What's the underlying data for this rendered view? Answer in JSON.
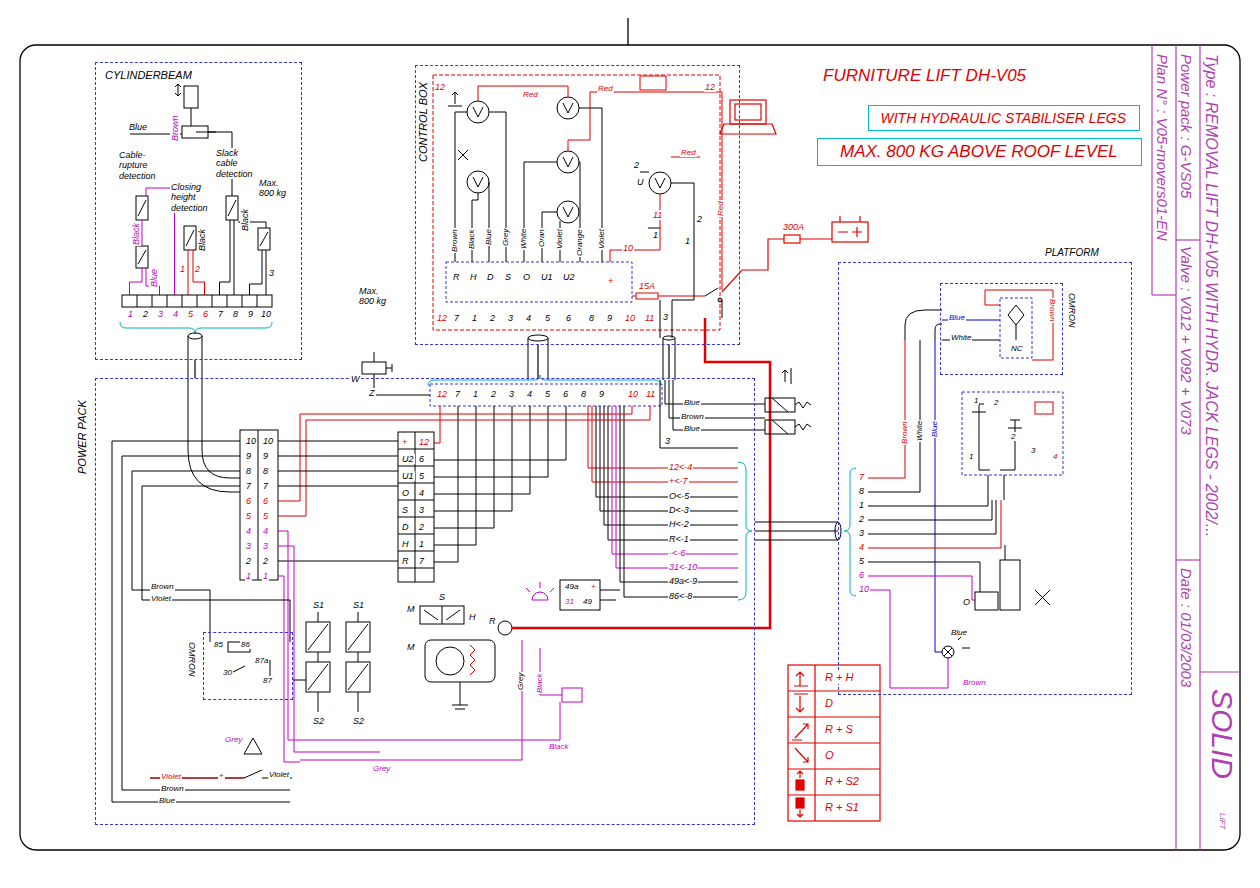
{
  "diagram": {
    "title": "FURNITURE LIFT DH-V05",
    "nodes": [
      {
        "text": [
          "CYLINDERBEAM"
        ]
      },
      {
        "text": [
          "CONTROL BOX"
        ]
      },
      {
        "text": [
          "WITH HYDRAULIC STABILISER LEGS"
        ]
      },
      {
        "text": [
          "MAX. 800 KG ABOVE ROOF LEVEL"
        ]
      },
      {
        "text": [
          "POWER PACK"
        ]
      },
      {
        "text": [
          "OMRON"
        ],
        "in": 4
      },
      {
        "text": [
          "PLATFORM"
        ]
      },
      {
        "text": [
          "OMRON"
        ],
        "in": 6
      },
      {
        "text": [
          "Type : REMOVAL LIFT DH-V05 WITH HYDR. JACK LEGS - 2002/...",
          "Power pack : G-VS05",
          "Valve : V012 + V092 + V073",
          "Plan N° : V05-movers01-EN",
          "Date : 01/03/2003"
        ]
      }
    ],
    "edges": [
      {
        "from": 0,
        "to": 4,
        "arrow": "none"
      },
      {
        "from": 1,
        "to": 4,
        "arrow": "none"
      },
      {
        "from": 1,
        "to": 4,
        "arrow": "none"
      },
      {
        "from": 4,
        "to": 6,
        "arrow": "none"
      }
    ],
    "labels": [
      "Blue",
      "Brown",
      "Cable-rupture detection",
      "Closing height detection",
      "Slack cable detection",
      "Max. 800 kg",
      "Black",
      "Blue",
      "Black",
      "Black",
      "1",
      "2",
      "3",
      "1",
      "2",
      "3",
      "4",
      "5",
      "6",
      "7",
      "8",
      "9",
      "10",
      "12",
      "12",
      "Red",
      "Red",
      "Red",
      "Red",
      "2",
      "U",
      "1",
      "11",
      "10",
      "2",
      "1",
      "3",
      "15A",
      "+",
      "Brown",
      "Black",
      "Blue",
      "Grey",
      "White",
      "Oran",
      "Violet",
      "Orange",
      "Violet",
      "R",
      "H",
      "D",
      "S",
      "O",
      "U1",
      "U2",
      "12",
      "7",
      "1",
      "2",
      "3",
      "4",
      "5",
      "6",
      "8",
      "9",
      "10",
      "11",
      "300A",
      "Max. 800 kg",
      "W",
      "Z",
      "12",
      "7",
      "1",
      "2",
      "3",
      "4",
      "5",
      "6",
      "8",
      "9",
      "10",
      "11",
      "10",
      "9",
      "8",
      "7",
      "6",
      "5",
      "4",
      "3",
      "2",
      "1",
      "10",
      "9",
      "8",
      "7",
      "6",
      "5",
      "4",
      "3",
      "2",
      "1",
      "+",
      "U2",
      "U1",
      "O",
      "S",
      "D",
      "H",
      "R",
      "12",
      "6",
      "5",
      "4",
      "3",
      "2",
      "1",
      "7",
      "12<-4",
      "+<-7",
      "O<-5",
      "D<-3",
      "H<-2",
      "R<-1",
      "-<-6",
      "31<-10",
      "49a<-9",
      "86<-8",
      "49a",
      "31",
      "49",
      "+",
      "3",
      "Blue",
      "Brown",
      "Blue",
      "Brown",
      "Violet",
      "85",
      "86",
      "30",
      "87a",
      "87",
      "S1",
      "S1",
      "S2",
      "S2",
      "M",
      "S",
      "H",
      "R",
      "M",
      "Grey",
      "Black",
      "Black",
      "Grey",
      "Grey",
      "Violet",
      "+",
      "Violet",
      "Brown",
      "Blue",
      "Blue",
      "White",
      "Brown",
      "NC",
      "Brown",
      "White",
      "Blue",
      "1",
      "2",
      "3",
      "4",
      "2",
      "1",
      "Blue",
      "Brown",
      "O",
      "7",
      "8",
      "1",
      "2",
      "3",
      "4",
      "5",
      "6",
      "10",
      "SOLID",
      "LIFT"
    ],
    "legend": [
      {
        "text": "R + H"
      },
      {
        "text": "D"
      },
      {
        "text": "R + S"
      },
      {
        "text": "O"
      },
      {
        "text": "R + S2"
      },
      {
        "text": "R + S1"
      }
    ]
  }
}
